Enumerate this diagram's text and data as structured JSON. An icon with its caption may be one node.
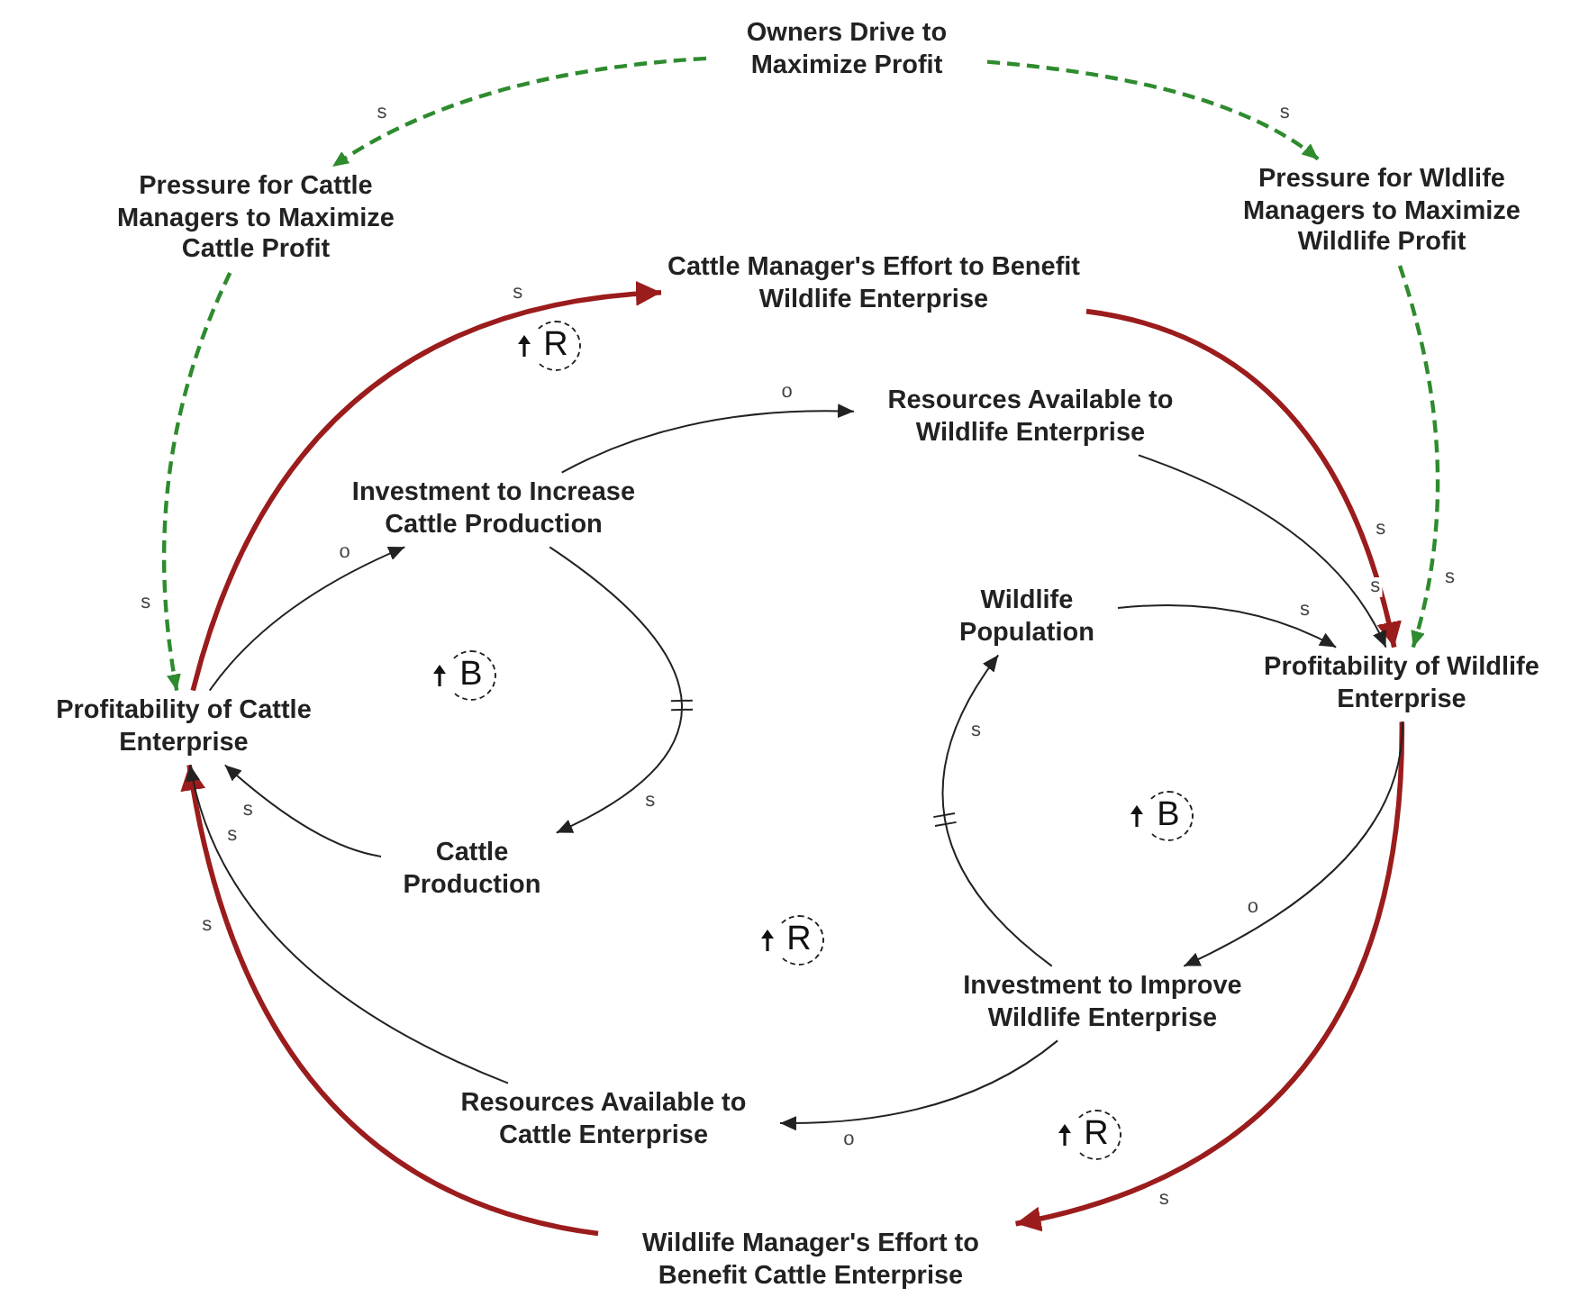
{
  "diagram": {
    "nodes": [
      {
        "text": [
          "Owners Drive to Maximize Profit"
        ]
      },
      {
        "text": [
          "Pressure for Cattle Managers to Maximize Cattle Profit"
        ]
      },
      {
        "text": [
          "Pressure for Wldlife Managers to Maximize Wildlife Profit"
        ]
      },
      {
        "text": [
          "Cattle Manager's Effort to Benefit Wildlife Enterprise"
        ]
      },
      {
        "text": [
          "Resources Available to Wildlife Enterprise"
        ]
      },
      {
        "text": [
          "Investment to Increase Cattle Production"
        ]
      },
      {
        "text": [
          "Wildlife Population"
        ]
      },
      {
        "text": [
          "Profitability of Cattle Enterprise"
        ]
      },
      {
        "text": [
          "Profitability of Wildlife Enterprise"
        ]
      },
      {
        "text": [
          "Cattle Production"
        ]
      },
      {
        "text": [
          "Investment to Improve Wildlife Enterprise"
        ]
      },
      {
        "text": [
          "Resources Available to Cattle Enterprise"
        ]
      },
      {
        "text": [
          "Wildlife Manager's Effort to Benefit Cattle Enterprise"
        ]
      }
    ],
    "edges": [
      {
        "from": 0,
        "to": 1,
        "arrow": "to",
        "label": "s",
        "style": "dashed",
        "color": "#2e8b2e"
      },
      {
        "from": 0,
        "to": 2,
        "arrow": "to",
        "label": "s",
        "style": "dashed",
        "color": "#2e8b2e"
      },
      {
        "from": 1,
        "to": 7,
        "arrow": "to",
        "label": "s",
        "style": "dashed",
        "color": "#2e8b2e"
      },
      {
        "from": 2,
        "to": 8,
        "arrow": "to",
        "label": "s",
        "style": "dashed",
        "color": "#2e8b2e"
      },
      {
        "from": 7,
        "to": 3,
        "arrow": "to",
        "label": "s",
        "style": "thick",
        "color": "#9b1c1c"
      },
      {
        "from": 3,
        "to": 8,
        "arrow": "to",
        "label": "s",
        "style": "thick",
        "color": "#9b1c1c"
      },
      {
        "from": 8,
        "to": 12,
        "arrow": "to",
        "label": "s",
        "style": "thick",
        "color": "#9b1c1c"
      },
      {
        "from": 12,
        "to": 7,
        "arrow": "to",
        "label": "s",
        "style": "thick",
        "color": "#9b1c1c"
      },
      {
        "from": 7,
        "to": 5,
        "arrow": "to",
        "label": "o"
      },
      {
        "from": 5,
        "to": 9,
        "arrow": "to",
        "label": "s"
      },
      {
        "from": 9,
        "to": 7,
        "arrow": "to",
        "label": "s"
      },
      {
        "from": 5,
        "to": 4,
        "arrow": "to",
        "label": "o"
      },
      {
        "from": 4,
        "to": 8,
        "arrow": "to",
        "label": "s"
      },
      {
        "from": 6,
        "to": 8,
        "arrow": "to",
        "label": "s"
      },
      {
        "from": 8,
        "to": 10,
        "arrow": "to",
        "label": "o"
      },
      {
        "from": 10,
        "to": 6,
        "arrow": "to",
        "label": "s"
      },
      {
        "from": 10,
        "to": 11,
        "arrow": "to",
        "label": "o"
      },
      {
        "from": 11,
        "to": 7,
        "arrow": "to",
        "label": "s"
      }
    ],
    "labels": [
      "R",
      "B",
      "B",
      "R",
      "R"
    ]
  }
}
